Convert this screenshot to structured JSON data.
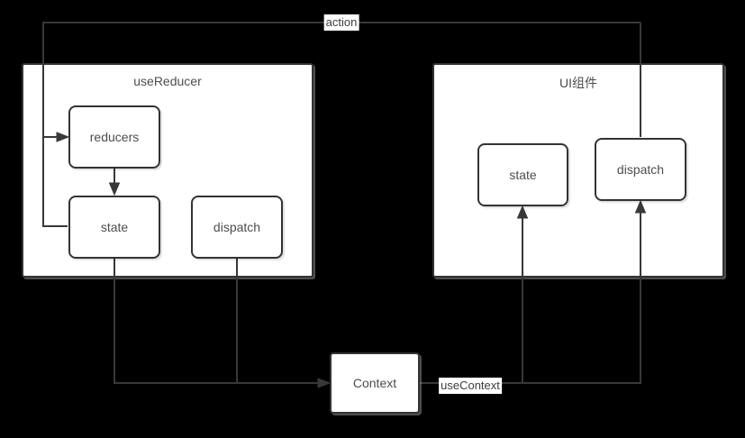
{
  "diagram": {
    "background_color": "#000000",
    "line_color": "#383838",
    "box_fill_color": "#ffffff",
    "box_border_color": "#333333",
    "box_text_color": "#4d4d4d",
    "edge_label_text_color": "#3d3d3d",
    "groups": [
      {
        "title": "useReducer"
      },
      {
        "title": "UI组件"
      }
    ],
    "nodes": {
      "reducers": "reducers",
      "state_left": "state",
      "dispatch_left": "dispatch",
      "state_ui": "state",
      "dispatch_ui": "dispatch",
      "context": "Context"
    },
    "edge_labels": {
      "action": "action",
      "use_context": "useContext"
    }
  }
}
